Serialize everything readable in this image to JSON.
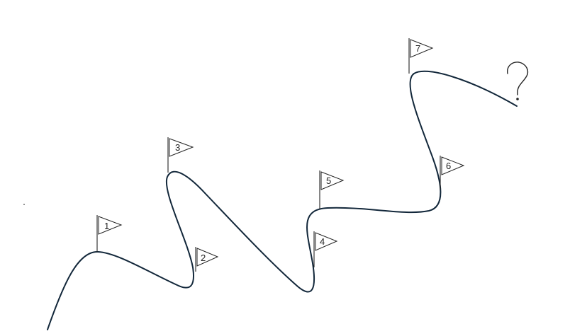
{
  "colors": {
    "path": "#12273a",
    "flag_stroke": "#222222",
    "background": "#ffffff"
  },
  "flags": [
    {
      "label": "1"
    },
    {
      "label": "2"
    },
    {
      "label": "3"
    },
    {
      "label": "4"
    },
    {
      "label": "5"
    },
    {
      "label": "6"
    },
    {
      "label": "7"
    }
  ],
  "end_symbol": {
    "text": "?",
    "icon": "question-mark-icon"
  }
}
